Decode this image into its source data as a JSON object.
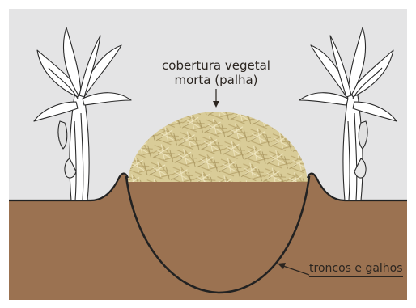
{
  "labels": {
    "mulch_line1": "cobertura vegetal",
    "mulch_line2": "morta (palha)",
    "trench_fill": "troncos e galhos"
  },
  "colors": {
    "sky": "#e4e4e5",
    "soil": "#9b7251",
    "straw": "#d9cc98",
    "outline": "#222222"
  }
}
